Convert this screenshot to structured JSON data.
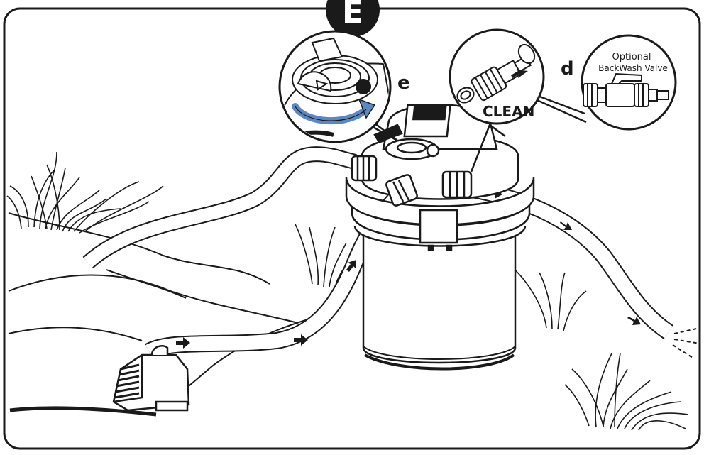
{
  "step": {
    "letter": "E"
  },
  "callouts": {
    "valve_dial": {
      "letter": "e"
    },
    "backwash_outlet": {
      "letter": "d",
      "action": "CLEAN"
    },
    "optional_valve": {
      "label_line1": "Optional",
      "label_line2": "BackWash Valve"
    }
  },
  "colors": {
    "ink": "#1a1a1a",
    "paper": "#ffffff",
    "arrow_blue": "#5b88c4",
    "dial_grey": "#d8d8d8"
  }
}
